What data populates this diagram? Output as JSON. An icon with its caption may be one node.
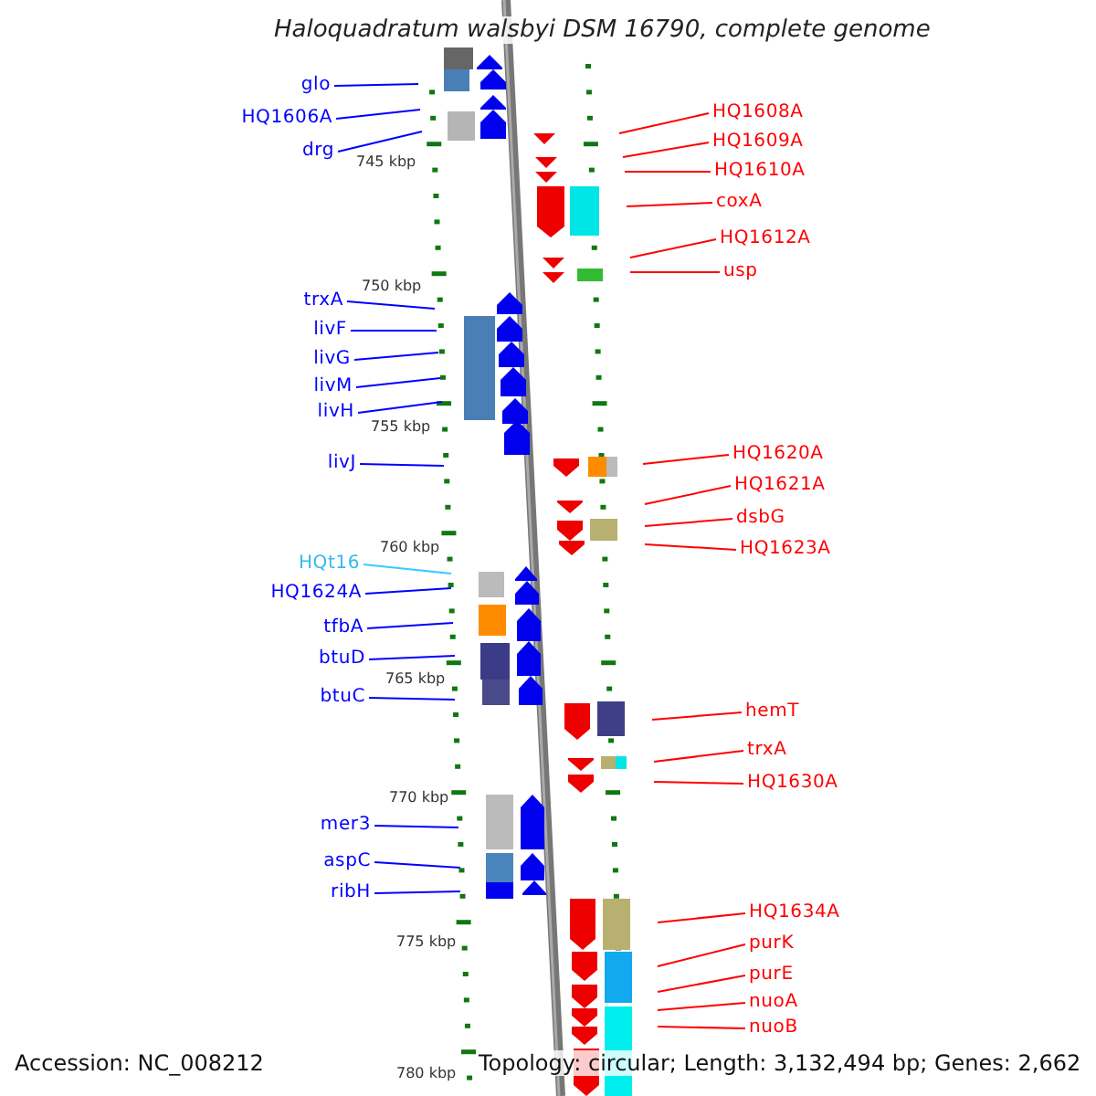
{
  "diagram": {
    "title": "Haloquadratum walsbyi DSM 16790, complete genome",
    "nodes": [
      {
        "text": [
          "glo"
        ]
      },
      {
        "text": [
          "HQ1608A"
        ]
      },
      {
        "text": [
          "HQ1606A"
        ]
      },
      {
        "text": [
          "HQ1609A"
        ]
      },
      {
        "text": [
          "drg"
        ]
      },
      {
        "text": [
          "HQ1610A"
        ]
      },
      {
        "text": [
          "coxA"
        ]
      },
      {
        "text": [
          "HQ1612A"
        ]
      },
      {
        "text": [
          "usp"
        ]
      },
      {
        "text": [
          "trxA"
        ]
      },
      {
        "text": [
          "livF"
        ]
      },
      {
        "text": [
          "livG"
        ]
      },
      {
        "text": [
          "livM"
        ]
      },
      {
        "text": [
          "livH"
        ]
      },
      {
        "text": [
          "livJ"
        ]
      },
      {
        "text": [
          "HQ1620A"
        ]
      },
      {
        "text": [
          "HQ1621A"
        ]
      },
      {
        "text": [
          "dsbG"
        ]
      },
      {
        "text": [
          "HQ1623A"
        ]
      },
      {
        "text": [
          "HQt16"
        ]
      },
      {
        "text": [
          "HQ1624A"
        ]
      },
      {
        "text": [
          "tfbA"
        ]
      },
      {
        "text": [
          "btuD"
        ]
      },
      {
        "text": [
          "btuC"
        ]
      },
      {
        "text": [
          "hemT"
        ]
      },
      {
        "text": [
          "trxA"
        ]
      },
      {
        "text": [
          "HQ1630A"
        ]
      },
      {
        "text": [
          "mer3"
        ]
      },
      {
        "text": [
          "aspC"
        ]
      },
      {
        "text": [
          "ribH"
        ]
      },
      {
        "text": [
          "HQ1634A"
        ]
      },
      {
        "text": [
          "purK"
        ]
      },
      {
        "text": [
          "purE"
        ]
      },
      {
        "text": [
          "nuoA"
        ]
      },
      {
        "text": [
          "nuoB"
        ]
      }
    ],
    "edges": [
      {
        "from": 0,
        "to": null,
        "arrow": "none",
        "color": "#0000ff"
      },
      {
        "from": 1,
        "to": null,
        "arrow": "none"
      },
      {
        "from": 2,
        "to": null,
        "arrow": "none",
        "color": "#0000ff"
      },
      {
        "from": 3,
        "to": null,
        "arrow": "none"
      },
      {
        "from": 4,
        "to": null,
        "arrow": "none",
        "color": "#0000ff"
      },
      {
        "from": 5,
        "to": null,
        "arrow": "none"
      },
      {
        "from": 6,
        "to": null,
        "arrow": "none"
      },
      {
        "from": 7,
        "to": null,
        "arrow": "none"
      },
      {
        "from": 8,
        "to": null,
        "arrow": "none"
      },
      {
        "from": 9,
        "to": null,
        "arrow": "none",
        "color": "#0000ff"
      },
      {
        "from": 10,
        "to": null,
        "arrow": "none",
        "color": "#0000ff"
      },
      {
        "from": 11,
        "to": null,
        "arrow": "none",
        "color": "#0000ff"
      },
      {
        "from": 12,
        "to": null,
        "arrow": "none",
        "color": "#0000ff"
      },
      {
        "from": 13,
        "to": null,
        "arrow": "none",
        "color": "#0000ff"
      },
      {
        "from": 14,
        "to": null,
        "arrow": "none",
        "color": "#0000ff"
      },
      {
        "from": 15,
        "to": null,
        "arrow": "none"
      },
      {
        "from": 16,
        "to": null,
        "arrow": "none"
      },
      {
        "from": 17,
        "to": null,
        "arrow": "none"
      },
      {
        "from": 18,
        "to": null,
        "arrow": "none"
      },
      {
        "from": 19,
        "to": null,
        "arrow": "none",
        "color": "#33ccff"
      },
      {
        "from": 20,
        "to": null,
        "arrow": "none",
        "color": "#0000ff"
      },
      {
        "from": 21,
        "to": null,
        "arrow": "none",
        "color": "#0000ff"
      },
      {
        "from": 22,
        "to": null,
        "arrow": "none",
        "color": "#0000ff"
      },
      {
        "from": 23,
        "to": null,
        "arrow": "none",
        "color": "#0000ff"
      },
      {
        "from": 24,
        "to": null,
        "arrow": "none"
      },
      {
        "from": 25,
        "to": null,
        "arrow": "none"
      },
      {
        "from": 26,
        "to": null,
        "arrow": "none"
      },
      {
        "from": 27,
        "to": null,
        "arrow": "none",
        "color": "#0000ff"
      },
      {
        "from": 28,
        "to": null,
        "arrow": "none",
        "color": "#0000ff"
      },
      {
        "from": 29,
        "to": null,
        "arrow": "none",
        "color": "#0000ff"
      },
      {
        "from": 30,
        "to": null,
        "arrow": "none"
      },
      {
        "from": 31,
        "to": null,
        "arrow": "none"
      },
      {
        "from": 32,
        "to": null,
        "arrow": "none"
      },
      {
        "from": 33,
        "to": null,
        "arrow": "none"
      },
      {
        "from": 34,
        "to": null,
        "arrow": "none"
      }
    ],
    "labels": [
      "745 kbp",
      "750 kbp",
      "755 kbp",
      "760 kbp",
      "765 kbp",
      "770 kbp",
      "775 kbp",
      "780 kbp",
      "Accession: NC_008212",
      "Topology: circular; Length: 3,132,494 bp; Genes: 2,662"
    ]
  }
}
